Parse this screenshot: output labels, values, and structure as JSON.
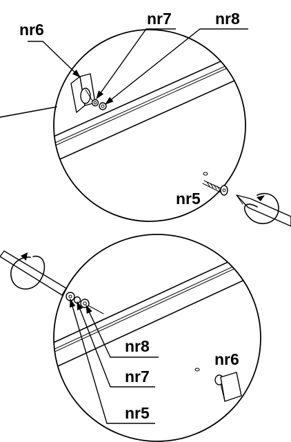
{
  "top_view": {
    "labels": {
      "nr6": "nr6",
      "nr7": "nr7",
      "nr8": "nr8",
      "nr5": "nr5"
    }
  },
  "bottom_view": {
    "labels": {
      "nr8": "nr8",
      "nr6": "nr6",
      "nr7": "nr7",
      "nr5": "nr5"
    }
  },
  "colors": {
    "ink": "#000000",
    "paper": "#ffffff"
  }
}
